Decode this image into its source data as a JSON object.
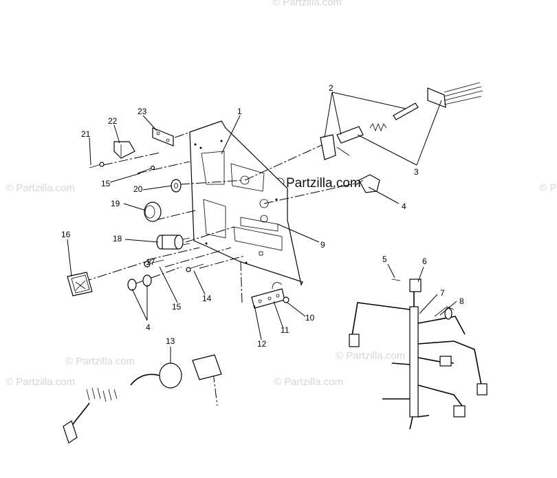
{
  "watermark": {
    "text": "© Partzilla.com",
    "center_text": "Partzilla.com"
  },
  "callouts": {
    "c1": "1",
    "c2": "2",
    "c3": "3",
    "c4a": "4",
    "c4b": "4",
    "c5": "5",
    "c6": "6",
    "c7": "7",
    "c8": "8",
    "c9": "9",
    "c10": "10",
    "c11": "11",
    "c12": "12",
    "c13": "13",
    "c14": "14",
    "c15a": "15",
    "c15b": "15",
    "c16": "16",
    "c17": "17",
    "c18": "18",
    "c19": "19",
    "c20": "20",
    "c21": "21",
    "c22": "22",
    "c23": "23"
  }
}
